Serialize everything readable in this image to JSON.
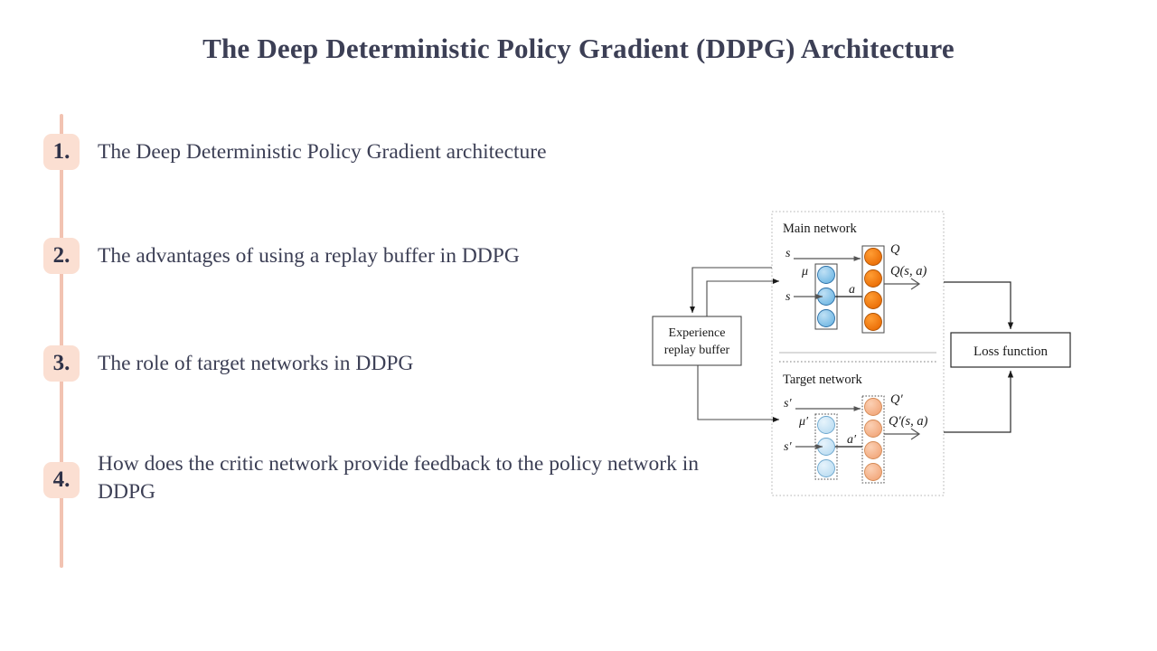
{
  "slide": {
    "title": "The Deep Deterministic Policy Gradient (DDPG) Architecture",
    "background_color": "#ffffff",
    "title_color": "#3c3f55"
  },
  "timeline": {
    "rail_color": "#f2c3b2",
    "badge_color": "#fbdfd2",
    "badge_text_color": "#2f3248"
  },
  "agenda": {
    "items": [
      {
        "number": "1.",
        "text": "The Deep Deterministic Policy Gradient architecture"
      },
      {
        "number": "2.",
        "text": "The advantages of using a replay buffer in DDPG"
      },
      {
        "number": "3.",
        "text": "The role of target networks in DDPG"
      },
      {
        "number": "4.",
        "text": "How does the critic network provide feedback to the policy network in DDPG"
      }
    ]
  },
  "diagram": {
    "name": "ddpg-architecture-diagram",
    "colors": {
      "actor_main": "#86c5e8",
      "critic_main": "#ef7d10",
      "actor_target": "#c8e3f4",
      "critic_target": "#f5b389",
      "stroke": "#1a1a1a",
      "panel_border": "#9a9a9a"
    },
    "blocks": {
      "replay_buffer_line1": "Experience",
      "replay_buffer_line2": "replay buffer",
      "loss_function": "Loss function",
      "main_network": "Main network",
      "target_network": "Target network"
    },
    "main_network_labels": {
      "state_top": "s",
      "state_bottom": "s",
      "policy": "μ",
      "action": "a",
      "q_value": "Q",
      "q_output": "Q(s, a)"
    },
    "target_network_labels": {
      "state_top": "s′",
      "state_bottom": "s′",
      "policy": "μ′",
      "action": "a′",
      "q_value": "Q′",
      "q_output": "Q′(s, a)"
    },
    "main_actor_nodes": 3,
    "main_critic_nodes": 4,
    "target_actor_nodes": 3,
    "target_critic_nodes": 4
  }
}
